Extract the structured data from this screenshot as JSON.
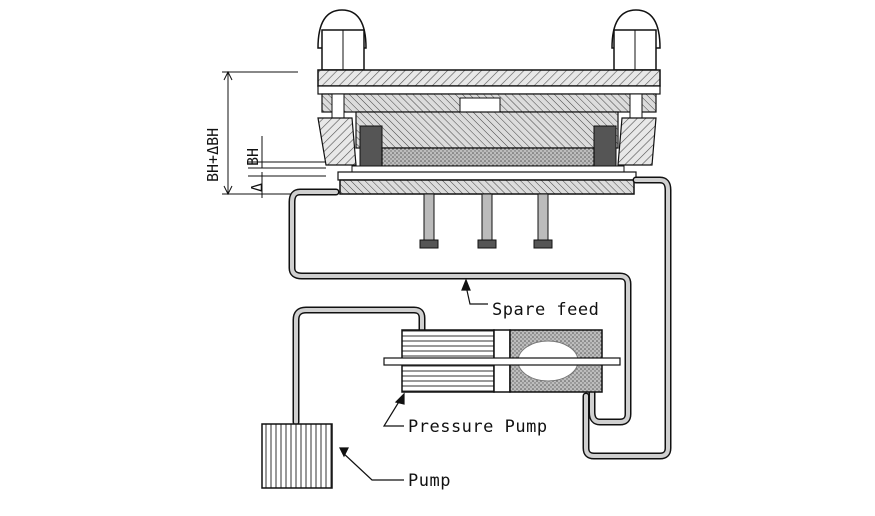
{
  "labels": {
    "spare_feed": "Spare feed",
    "pressure_pump": "Pressure Pump",
    "pump": "Pump",
    "dim_total": "BH+ΔBH",
    "dim_bh": "BH",
    "dim_delta": "Δ"
  },
  "colors": {
    "line": "#111111",
    "pipe_fill": "#c8c8c8",
    "hatch": "#9a9a9a",
    "stipple": "#8a8a8a"
  }
}
